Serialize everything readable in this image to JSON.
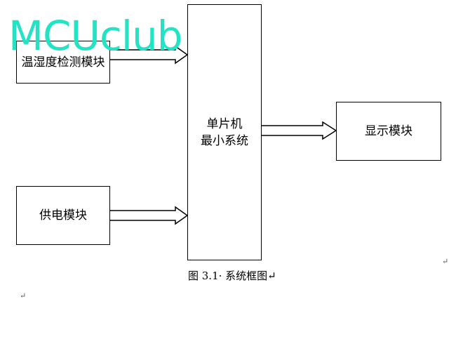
{
  "diagram": {
    "sensor_module": "温湿度检测模块",
    "power_module": "供电模块",
    "mcu_line1": "单片机",
    "mcu_line2": "最小系统",
    "display_module": "显示模块"
  },
  "caption": "图 3.1· 系统框图↵",
  "watermark": "MCUclub",
  "paragraph_marks": [
    "↵",
    "↵"
  ],
  "colors": {
    "watermark": "#22e3c3",
    "line": "#000000"
  }
}
